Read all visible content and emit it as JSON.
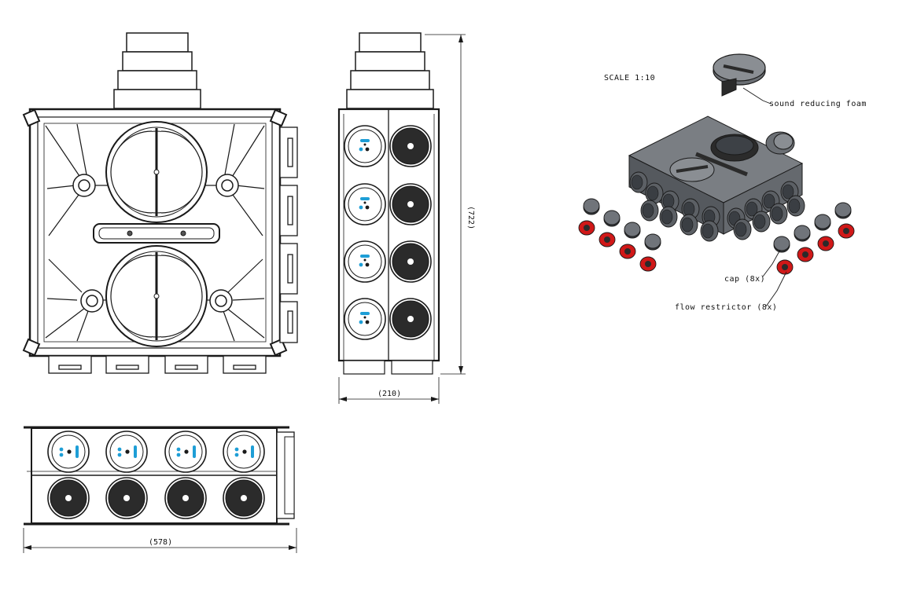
{
  "drawing": {
    "scale_text": "SCALE  1:10",
    "callouts": {
      "foam": "sound reducing foam",
      "cap": "cap (8x)",
      "restrictor": "flow restrictor (8x)"
    },
    "dimensions": {
      "height": "(722)",
      "depth": "(210)",
      "width": "(578)"
    }
  },
  "colors": {
    "line": "#1a1a1a",
    "body_grey": "#6b6f74",
    "dark_cap": "#2b2b2b",
    "accent_blue": "#1e9ed6",
    "restrictor_red": "#d01818"
  }
}
